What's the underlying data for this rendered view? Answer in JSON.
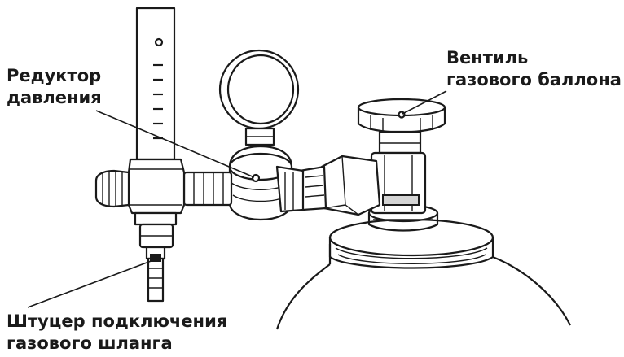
{
  "labels": {
    "reducer": [
      "Редуктор",
      "давления"
    ],
    "valve": [
      "Вентиль",
      "газового баллона"
    ],
    "fitting": [
      "Штуцер подключения",
      "газового шланга"
    ]
  },
  "colors": {
    "ink": "#1a1a1a",
    "background": "#ffffff",
    "shade": "#d4d4d4"
  }
}
